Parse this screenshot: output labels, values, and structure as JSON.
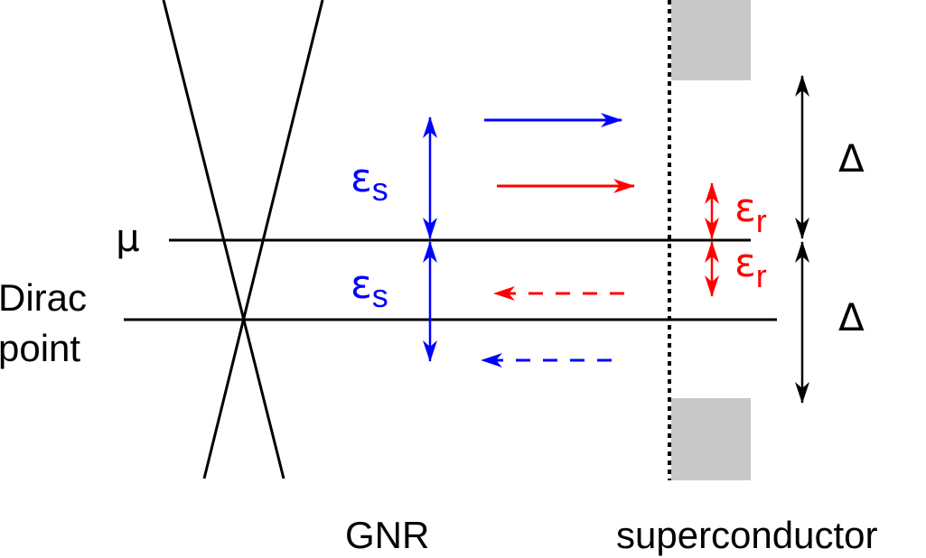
{
  "labels": {
    "mu": "μ",
    "dirac_line1": "Dirac",
    "dirac_line2": "point",
    "eps_s_upper": "ε",
    "eps_s_upper_sub": "s",
    "eps_s_lower": "ε",
    "eps_s_lower_sub": "s",
    "eps_r_upper": "ε",
    "eps_r_upper_sub": "r",
    "eps_r_lower": "ε",
    "eps_r_lower_sub": "r",
    "delta_upper": "Δ",
    "delta_lower": "Δ",
    "gnr": "GNR",
    "superconductor": "superconductor"
  },
  "colors": {
    "blue": "#0000ff",
    "red": "#ff0000",
    "black": "#000000",
    "gray_block": "#c8c8c8"
  }
}
